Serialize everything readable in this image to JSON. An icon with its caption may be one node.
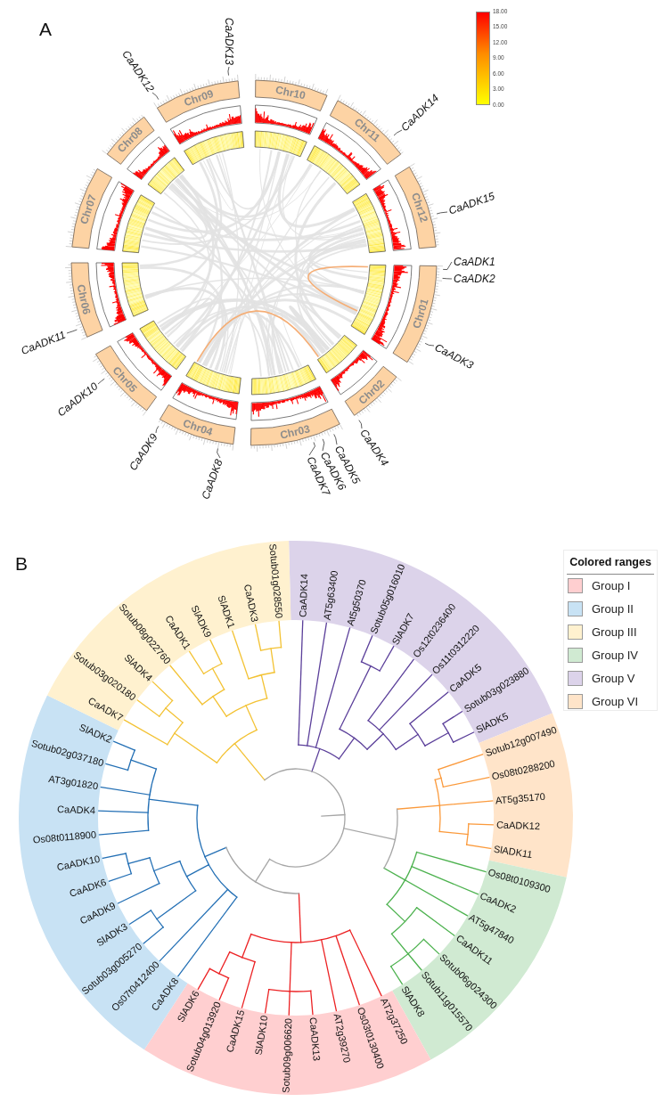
{
  "diagram": {
    "nodes": [
      {
        "text": [
          "Chr01"
        ]
      },
      {
        "text": [
          "Chr02"
        ]
      },
      {
        "text": [
          "Chr03"
        ]
      },
      {
        "text": [
          "Chr04"
        ]
      },
      {
        "text": [
          "Chr05"
        ]
      },
      {
        "text": [
          "Chr06"
        ]
      },
      {
        "text": [
          "Chr07"
        ]
      },
      {
        "text": [
          "Chr08"
        ]
      },
      {
        "text": [
          "Chr09"
        ]
      },
      {
        "text": [
          "Chr10"
        ]
      },
      {
        "text": [
          "Chr11"
        ]
      },
      {
        "text": [
          "Chr12"
        ]
      },
      {
        "text": [
          "CaADK1"
        ]
      },
      {
        "text": [
          "CaADK2"
        ]
      },
      {
        "text": [
          "CaADK3"
        ]
      },
      {
        "text": [
          "CaADK4"
        ]
      },
      {
        "text": [
          "CaADK5"
        ]
      },
      {
        "text": [
          "CaADK6"
        ]
      },
      {
        "text": [
          "CaADK7"
        ]
      },
      {
        "text": [
          "CaADK8"
        ]
      },
      {
        "text": [
          "CaADK9"
        ]
      },
      {
        "text": [
          "CaADK10"
        ]
      },
      {
        "text": [
          "CaADK11"
        ]
      },
      {
        "text": [
          "CaADK12"
        ]
      },
      {
        "text": [
          "CaADK13"
        ]
      },
      {
        "text": [
          "CaADK14"
        ]
      },
      {
        "text": [
          "CaADK15"
        ]
      },
      {
        "text": [],
        "shape": "sector"
      },
      {
        "text": [
          "CaADK14"
        ],
        "in": 27
      },
      {
        "text": [
          "AT5g63400"
        ],
        "in": 27
      },
      {
        "text": [
          "At5g50370"
        ],
        "in": 27
      },
      {
        "text": [
          "Sotub05g016010"
        ],
        "in": 27
      },
      {
        "text": [
          "SlADK7"
        ],
        "in": 27
      },
      {
        "text": [
          "Os12t0236400"
        ],
        "in": 27
      },
      {
        "text": [
          "Os11t0312220"
        ],
        "in": 27
      },
      {
        "text": [
          "CaADK5"
        ],
        "in": 27
      },
      {
        "text": [
          "Sotub03g023880"
        ],
        "in": 27
      },
      {
        "text": [
          "SlADK5"
        ],
        "in": 27
      },
      {
        "text": [],
        "shape": "sector"
      },
      {
        "text": [
          "Sotub12g007490"
        ],
        "in": 38
      },
      {
        "text": [
          "Os08t0288200"
        ],
        "in": 38
      },
      {
        "text": [
          "AT5g35170"
        ],
        "in": 38
      },
      {
        "text": [
          "CaADK12"
        ],
        "in": 38
      },
      {
        "text": [
          "SlADK11"
        ],
        "in": 38
      },
      {
        "text": [],
        "shape": "sector"
      },
      {
        "text": [
          "Os08t0109300"
        ],
        "in": 44
      },
      {
        "text": [
          "CaADK2"
        ],
        "in": 44
      },
      {
        "text": [
          "AT5g47840"
        ],
        "in": 44
      },
      {
        "text": [
          "CaADK11"
        ],
        "in": 44
      },
      {
        "text": [
          "Sotub06g024300"
        ],
        "in": 44
      },
      {
        "text": [
          "Sotub11g015570"
        ],
        "in": 44
      },
      {
        "text": [
          "SlADK8"
        ],
        "in": 44
      },
      {
        "text": [],
        "shape": "sector"
      },
      {
        "text": [
          "AT2g37250"
        ],
        "in": 52
      },
      {
        "text": [
          "Os03t0130400"
        ],
        "in": 52
      },
      {
        "text": [
          "AT2g39270"
        ],
        "in": 52
      },
      {
        "text": [
          "CaADK13"
        ],
        "in": 52
      },
      {
        "text": [
          "Sotub09g006620"
        ],
        "in": 52
      },
      {
        "text": [
          "SlADK10"
        ],
        "in": 52
      },
      {
        "text": [
          "CaADK15"
        ],
        "in": 52
      },
      {
        "text": [
          "Sotub04g013920"
        ],
        "in": 52
      },
      {
        "text": [
          "SlADK6"
        ],
        "in": 52
      },
      {
        "text": [],
        "shape": "sector"
      },
      {
        "text": [
          "CaADK8"
        ],
        "in": 62
      },
      {
        "text": [
          "Os07t0412400"
        ],
        "in": 62
      },
      {
        "text": [
          "Sotub03g005270"
        ],
        "in": 62
      },
      {
        "text": [
          "SlADK3"
        ],
        "in": 62
      },
      {
        "text": [
          "CaADK9"
        ],
        "in": 62
      },
      {
        "text": [
          "CaADK6"
        ],
        "in": 62
      },
      {
        "text": [
          "CaADK10"
        ],
        "in": 62
      },
      {
        "text": [
          "Os08t0118900"
        ],
        "in": 62
      },
      {
        "text": [
          "CaADK4"
        ],
        "in": 62
      },
      {
        "text": [
          "AT3g01820"
        ],
        "in": 62
      },
      {
        "text": [
          "Sotub02g037180"
        ],
        "in": 62
      },
      {
        "text": [
          "SlADK2"
        ],
        "in": 62
      },
      {
        "text": [],
        "shape": "sector"
      },
      {
        "text": [
          "CaADK7"
        ],
        "in": 75
      },
      {
        "text": [
          "Sotub03g020180"
        ],
        "in": 75
      },
      {
        "text": [
          "SlADK4"
        ],
        "in": 75
      },
      {
        "text": [
          "Sotub08g022760"
        ],
        "in": 75
      },
      {
        "text": [
          "CaADK1"
        ],
        "in": 75
      },
      {
        "text": [
          "SlADK9"
        ],
        "in": 75
      },
      {
        "text": [
          "SlADK1"
        ],
        "in": 75
      },
      {
        "text": [
          "CaADK3"
        ],
        "in": 75
      },
      {
        "text": [
          "Sotub01g028550"
        ],
        "in": 75
      },
      {
        "text": [],
        "shape": "arc"
      },
      {
        "text": [],
        "shape": "arc"
      },
      {
        "text": [],
        "shape": "arc"
      },
      {
        "text": [],
        "shape": "arc"
      },
      {
        "text": [],
        "shape": "arc"
      },
      {
        "text": [],
        "shape": "arc"
      },
      {
        "text": [],
        "shape": "arc"
      },
      {
        "text": [],
        "shape": "arc"
      },
      {
        "text": [],
        "shape": "arc"
      },
      {
        "text": [],
        "shape": "arc"
      },
      {
        "text": [],
        "shape": "arc"
      },
      {
        "text": [],
        "shape": "arc"
      },
      {
        "text": [],
        "shape": "arc"
      },
      {
        "text": [],
        "shape": "arc"
      },
      {
        "text": [],
        "shape": "arc"
      },
      {
        "text": [],
        "shape": "arc"
      },
      {
        "text": [],
        "shape": "arc"
      },
      {
        "text": [],
        "shape": "arc"
      },
      {
        "text": [],
        "shape": "arc"
      },
      {
        "text": [],
        "shape": "arc"
      },
      {
        "text": [],
        "shape": "arc"
      },
      {
        "text": [],
        "shape": "arc"
      },
      {
        "text": [],
        "shape": "arc"
      },
      {
        "text": [],
        "shape": "arc"
      },
      {
        "text": [],
        "shape": "arc"
      },
      {
        "text": [],
        "shape": "arc"
      },
      {
        "text": [],
        "shape": "arc"
      },
      {
        "text": [],
        "shape": "arc"
      },
      {
        "text": [],
        "shape": "arc"
      },
      {
        "text": [],
        "shape": "arc"
      },
      {
        "text": [],
        "shape": "arc"
      },
      {
        "text": [],
        "shape": "arc"
      },
      {
        "text": [],
        "shape": "arc"
      },
      {
        "text": [],
        "shape": "arc"
      },
      {
        "text": [],
        "shape": "bar",
        "beside": [
          "18.00",
          "15.00",
          "12.00",
          "9.00",
          "6.00",
          "3.00",
          "0.00"
        ]
      }
    ],
    "edges": [
      {
        "from": 12,
        "to": 0,
        "arrow": "none",
        "color": "#333333"
      },
      {
        "from": 13,
        "to": 0,
        "arrow": "none",
        "color": "#333333"
      },
      {
        "from": 14,
        "to": 0,
        "arrow": "none",
        "color": "#333333"
      },
      {
        "from": 15,
        "to": 1,
        "arrow": "none",
        "color": "#333333"
      },
      {
        "from": 16,
        "to": 2,
        "arrow": "none",
        "color": "#333333"
      },
      {
        "from": 17,
        "to": 2,
        "arrow": "none",
        "color": "#333333"
      },
      {
        "from": 18,
        "to": 2,
        "arrow": "none",
        "color": "#333333"
      },
      {
        "from": 19,
        "to": 3,
        "arrow": "none",
        "color": "#333333"
      },
      {
        "from": 20,
        "to": 3,
        "arrow": "none",
        "color": "#333333"
      },
      {
        "from": 21,
        "to": 4,
        "arrow": "none",
        "color": "#333333"
      },
      {
        "from": 22,
        "to": 5,
        "arrow": "none",
        "color": "#333333"
      },
      {
        "from": 23,
        "to": 8,
        "arrow": "none",
        "color": "#333333"
      },
      {
        "from": 24,
        "to": 8,
        "arrow": "none",
        "color": "#333333"
      },
      {
        "from": 25,
        "to": 10,
        "arrow": "none",
        "color": "#333333"
      },
      {
        "from": 26,
        "to": 11,
        "arrow": "none",
        "color": "#333333"
      },
      {
        "from": null,
        "to": 85,
        "arrow": "none",
        "color": "#a6a6a6"
      },
      {
        "from": 85,
        "to": 86,
        "arrow": "none",
        "color": "#f3c233"
      },
      {
        "from": 86,
        "to": 87,
        "arrow": "none",
        "color": "#f3c233"
      },
      {
        "from": 87,
        "to": 76,
        "arrow": "none",
        "color": "#f3c233"
      },
      {
        "from": 87,
        "to": 88,
        "arrow": "none",
        "color": "#f3c233"
      },
      {
        "from": 88,
        "to": 77,
        "arrow": "none",
        "color": "#f3c233"
      },
      {
        "from": 88,
        "to": 78,
        "arrow": "none",
        "color": "#f3c233"
      },
      {
        "from": 86,
        "to": 89,
        "arrow": "none",
        "color": "#f3c233"
      },
      {
        "from": 89,
        "to": 90,
        "arrow": "none",
        "color": "#f3c233"
      },
      {
        "from": 90,
        "to": 79,
        "arrow": "none",
        "color": "#f3c233"
      },
      {
        "from": 90,
        "to": 91,
        "arrow": "none",
        "color": "#f3c233"
      },
      {
        "from": 91,
        "to": 80,
        "arrow": "none",
        "color": "#f3c233"
      },
      {
        "from": 91,
        "to": 81,
        "arrow": "none",
        "color": "#f3c233"
      },
      {
        "from": 89,
        "to": 92,
        "arrow": "none",
        "color": "#f3c233"
      },
      {
        "from": 92,
        "to": 82,
        "arrow": "none",
        "color": "#f3c233"
      },
      {
        "from": 92,
        "to": 93,
        "arrow": "none",
        "color": "#f3c233"
      },
      {
        "from": 93,
        "to": 83,
        "arrow": "none",
        "color": "#f3c233"
      },
      {
        "from": 93,
        "to": 84,
        "arrow": "none",
        "color": "#f3c233"
      },
      {
        "from": 85,
        "to": 94,
        "arrow": "none",
        "color": "#5b3f9a"
      },
      {
        "from": 94,
        "to": 28,
        "arrow": "none",
        "color": "#5b3f9a"
      },
      {
        "from": 94,
        "to": 29,
        "arrow": "none",
        "color": "#5b3f9a"
      },
      {
        "from": 94,
        "to": 30,
        "arrow": "none",
        "color": "#5b3f9a"
      },
      {
        "from": 94,
        "to": 95,
        "arrow": "none",
        "color": "#5b3f9a"
      },
      {
        "from": 95,
        "to": 96,
        "arrow": "none",
        "color": "#5b3f9a"
      },
      {
        "from": 96,
        "to": 31,
        "arrow": "none",
        "color": "#5b3f9a"
      },
      {
        "from": 96,
        "to": 32,
        "arrow": "none",
        "color": "#5b3f9a"
      },
      {
        "from": 95,
        "to": 97,
        "arrow": "none",
        "color": "#5b3f9a"
      },
      {
        "from": 97,
        "to": 33,
        "arrow": "none",
        "color": "#5b3f9a"
      },
      {
        "from": 97,
        "to": 34,
        "arrow": "none",
        "color": "#5b3f9a"
      },
      {
        "from": 97,
        "to": 98,
        "arrow": "none",
        "color": "#5b3f9a"
      },
      {
        "from": 98,
        "to": 35,
        "arrow": "none",
        "color": "#5b3f9a"
      },
      {
        "from": 98,
        "to": 99,
        "arrow": "none",
        "color": "#5b3f9a"
      },
      {
        "from": 99,
        "to": 36,
        "arrow": "none",
        "color": "#5b3f9a"
      },
      {
        "from": 99,
        "to": 37,
        "arrow": "none",
        "color": "#5b3f9a"
      },
      {
        "from": 85,
        "to": 100,
        "arrow": "none",
        "color": "#a6a6a6"
      },
      {
        "from": 100,
        "to": 101,
        "arrow": "none",
        "color": "#fb9a3c"
      },
      {
        "from": 101,
        "to": 102,
        "arrow": "none",
        "color": "#fb9a3c"
      },
      {
        "from": 102,
        "to": 39,
        "arrow": "none",
        "color": "#fb9a3c"
      },
      {
        "from": 102,
        "to": 40,
        "arrow": "none",
        "color": "#fb9a3c"
      },
      {
        "from": 101,
        "to": 41,
        "arrow": "none",
        "color": "#fb9a3c"
      },
      {
        "from": 101,
        "to": 103,
        "arrow": "none",
        "color": "#fb9a3c"
      },
      {
        "from": 103,
        "to": 42,
        "arrow": "none",
        "color": "#fb9a3c"
      },
      {
        "from": 103,
        "to": 43,
        "arrow": "none",
        "color": "#fb9a3c"
      },
      {
        "from": 100,
        "to": 104,
        "arrow": "none",
        "color": "#4db24f"
      },
      {
        "from": 104,
        "to": 45,
        "arrow": "none",
        "color": "#4db24f"
      },
      {
        "from": 104,
        "to": 46,
        "arrow": "none",
        "color": "#4db24f"
      },
      {
        "from": 104,
        "to": 47,
        "arrow": "none",
        "color": "#4db24f"
      },
      {
        "from": 104,
        "to": 105,
        "arrow": "none",
        "color": "#4db24f"
      },
      {
        "from": 105,
        "to": 48,
        "arrow": "none",
        "color": "#4db24f"
      },
      {
        "from": 105,
        "to": 106,
        "arrow": "none",
        "color": "#4db24f"
      },
      {
        "from": 106,
        "to": 49,
        "arrow": "none",
        "color": "#4db24f"
      },
      {
        "from": 106,
        "to": 50,
        "arrow": "none",
        "color": "#4db24f"
      },
      {
        "from": 106,
        "to": 51,
        "arrow": "none",
        "color": "#4db24f"
      },
      {
        "from": 85,
        "to": 107,
        "arrow": "none",
        "color": "#a6a6a6"
      },
      {
        "from": 107,
        "to": 108,
        "arrow": "none",
        "color": "#ec2224"
      },
      {
        "from": 108,
        "to": 53,
        "arrow": "none",
        "color": "#ec2224"
      },
      {
        "from": 108,
        "to": 54,
        "arrow": "none",
        "color": "#ec2224"
      },
      {
        "from": 108,
        "to": 55,
        "arrow": "none",
        "color": "#ec2224"
      },
      {
        "from": 108,
        "to": 109,
        "arrow": "none",
        "color": "#ec2224"
      },
      {
        "from": 109,
        "to": 56,
        "arrow": "none",
        "color": "#ec2224"
      },
      {
        "from": 109,
        "to": 57,
        "arrow": "none",
        "color": "#ec2224"
      },
      {
        "from": 109,
        "to": 58,
        "arrow": "none",
        "color": "#ec2224"
      },
      {
        "from": 108,
        "to": 110,
        "arrow": "none",
        "color": "#ec2224"
      },
      {
        "from": 110,
        "to": 59,
        "arrow": "none",
        "color": "#ec2224"
      },
      {
        "from": 110,
        "to": 111,
        "arrow": "none",
        "color": "#ec2224"
      },
      {
        "from": 111,
        "to": 60,
        "arrow": "none",
        "color": "#ec2224"
      },
      {
        "from": 111,
        "to": 61,
        "arrow": "none",
        "color": "#ec2224"
      },
      {
        "from": 107,
        "to": 112,
        "arrow": "none",
        "color": "#2470b5"
      },
      {
        "from": 112,
        "to": 63,
        "arrow": "none",
        "color": "#2470b5"
      },
      {
        "from": 112,
        "to": 64,
        "arrow": "none",
        "color": "#2470b5"
      },
      {
        "from": 112,
        "to": 113,
        "arrow": "none",
        "color": "#2470b5"
      },
      {
        "from": 113,
        "to": 114,
        "arrow": "none",
        "color": "#2470b5"
      },
      {
        "from": 114,
        "to": 65,
        "arrow": "none",
        "color": "#2470b5"
      },
      {
        "from": 114,
        "to": 66,
        "arrow": "none",
        "color": "#2470b5"
      },
      {
        "from": 113,
        "to": 115,
        "arrow": "none",
        "color": "#2470b5"
      },
      {
        "from": 115,
        "to": 67,
        "arrow": "none",
        "color": "#2470b5"
      },
      {
        "from": 115,
        "to": 116,
        "arrow": "none",
        "color": "#2470b5"
      },
      {
        "from": 116,
        "to": 68,
        "arrow": "none",
        "color": "#2470b5"
      },
      {
        "from": 116,
        "to": 69,
        "arrow": "none",
        "color": "#2470b5"
      },
      {
        "from": 112,
        "to": 117,
        "arrow": "none",
        "color": "#2470b5"
      },
      {
        "from": 117,
        "to": 70,
        "arrow": "none",
        "color": "#2470b5"
      },
      {
        "from": 117,
        "to": 71,
        "arrow": "none",
        "color": "#2470b5"
      },
      {
        "from": 117,
        "to": 72,
        "arrow": "none",
        "color": "#2470b5"
      },
      {
        "from": 117,
        "to": 118,
        "arrow": "none",
        "color": "#2470b5"
      },
      {
        "from": 118,
        "to": 73,
        "arrow": "none",
        "color": "#2470b5"
      },
      {
        "from": 118,
        "to": 74,
        "arrow": "none",
        "color": "#2470b5"
      }
    ],
    "labels": [
      "A",
      "B",
      "Colored ranges"
    ],
    "legend": [
      {
        "text": "Group I",
        "color": "#ffcfd0"
      },
      {
        "text": "Group II",
        "color": "#c8e2f4"
      },
      {
        "text": "Group III",
        "color": "#fff1cf"
      },
      {
        "text": "Group IV",
        "color": "#d0ead2"
      },
      {
        "text": "Group V",
        "color": "#dcd3ea"
      },
      {
        "text": "Group VI",
        "color": "#ffe4c9"
      }
    ]
  }
}
